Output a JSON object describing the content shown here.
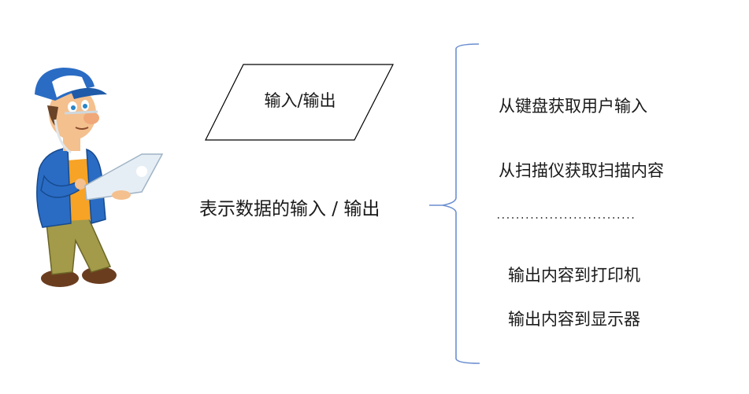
{
  "diagram": {
    "shape": {
      "type": "parallelogram",
      "label": "输入/输出",
      "stroke_color": "#000000"
    },
    "description": "表示数据的输入 / 输出",
    "brace": {
      "color": "#6c8fd0"
    },
    "examples": [
      {
        "label": "从键盘获取用户输入"
      },
      {
        "label": "从扫描仪获取扫描内容"
      },
      {
        "label": "…………………………",
        "type": "ellipsis"
      },
      {
        "label": "输出内容到打印机"
      },
      {
        "label": "输出内容到显示器"
      }
    ],
    "illustration": {
      "subject": "cartoon man in blue cap holding laptop"
    }
  }
}
